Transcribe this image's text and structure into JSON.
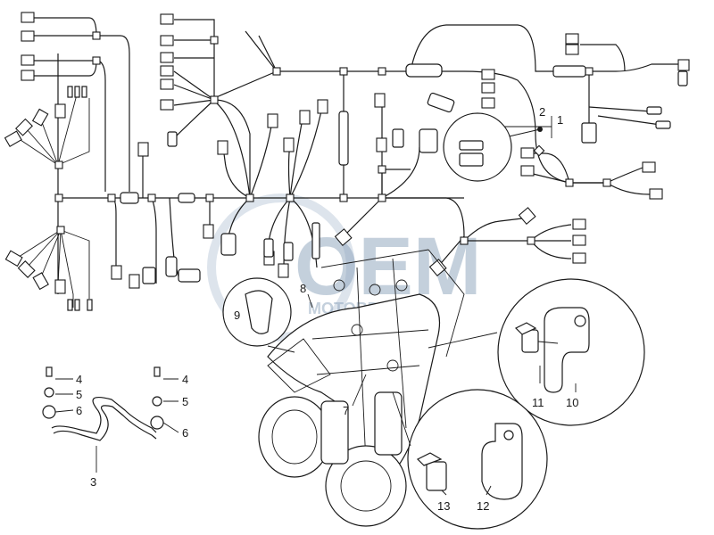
{
  "watermark": {
    "brand": "OEM",
    "sub": "MOTORPARTS"
  },
  "callouts": {
    "c1": "1",
    "c2": "2",
    "c3": "3",
    "c4a": "4",
    "c4b": "4",
    "c5a": "5",
    "c5b": "5",
    "c6a": "6",
    "c6b": "6",
    "c7": "7",
    "c8": "8",
    "c9": "9",
    "c10": "10",
    "c11": "11",
    "c12": "12",
    "c13": "13"
  },
  "colors": {
    "line": "#1a1a1a",
    "watermark": "#9fb3c8"
  }
}
